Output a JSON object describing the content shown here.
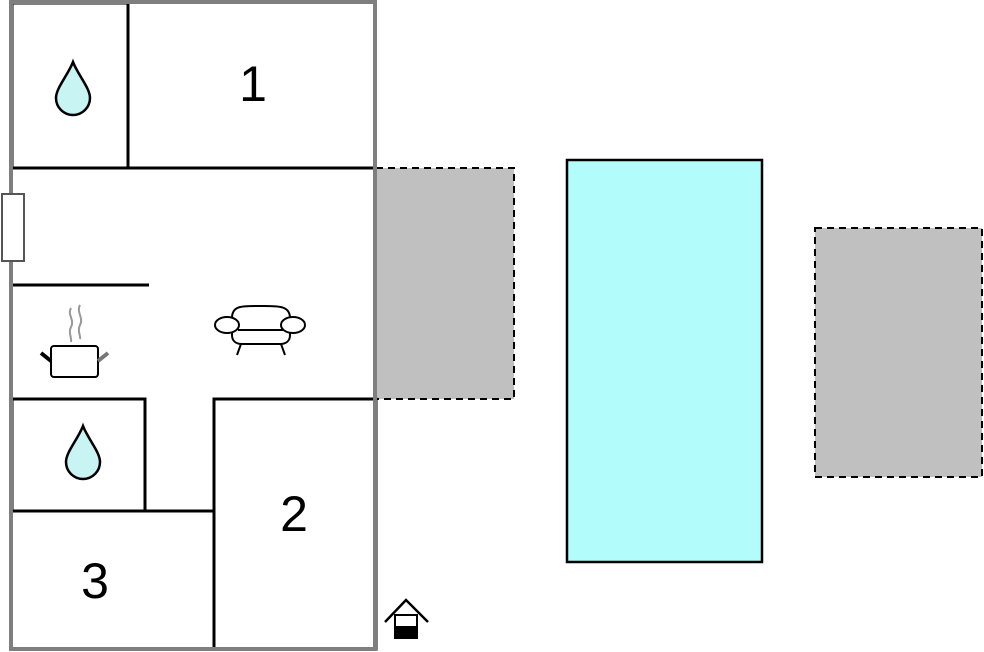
{
  "rooms": {
    "bedroom_1": "1",
    "bedroom_2": "2",
    "bedroom_3": "3"
  },
  "colors": {
    "pool": "#b3fcfc",
    "terrace": "#c0c0c0",
    "outer_wall": "#7f7f7f",
    "water": "#c8f4f4"
  },
  "icons": [
    "water-drop-icon",
    "water-drop-icon",
    "cooking-pot-icon",
    "sofa-icon",
    "entrance-house-icon"
  ]
}
